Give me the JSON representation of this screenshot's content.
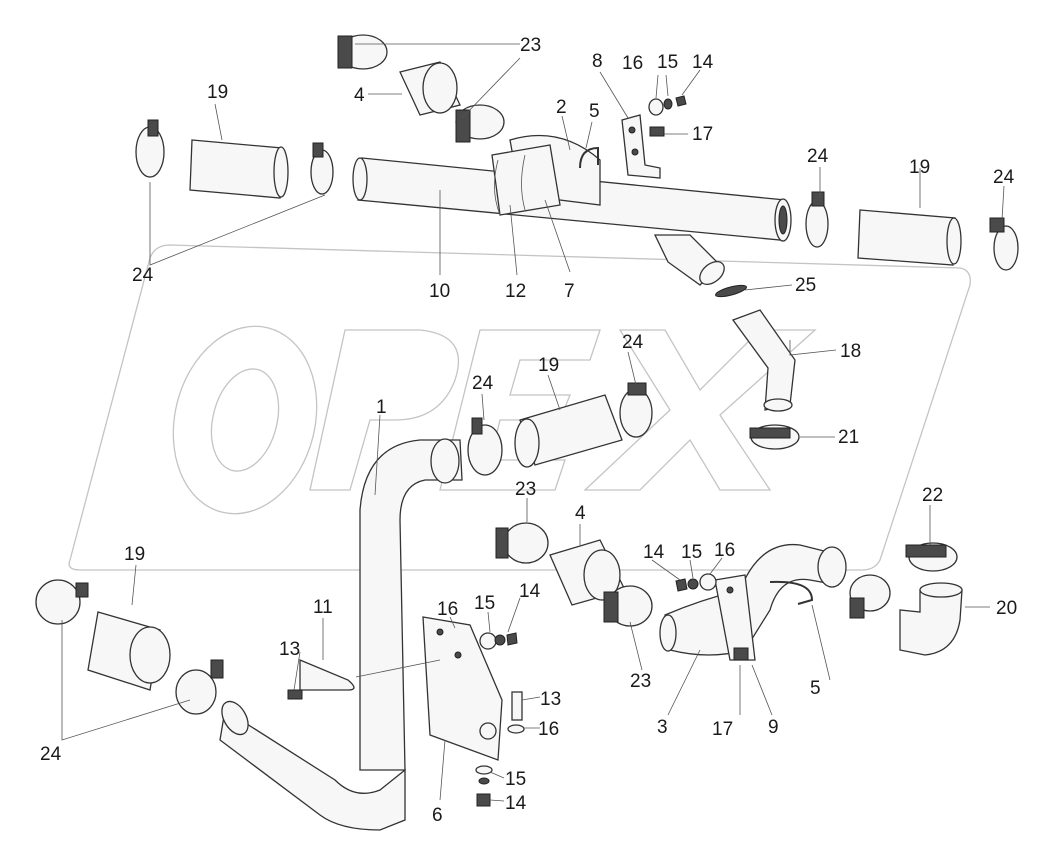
{
  "diagram": {
    "watermark": "OPEX",
    "callouts": {
      "c23a": "23",
      "c4a": "4",
      "c19a": "19",
      "c24a": "24",
      "c8": "8",
      "c16a": "16",
      "c15a": "15",
      "c14a": "14",
      "c2": "2",
      "c5a": "5",
      "c17a": "17",
      "c24b": "24",
      "c19b": "19",
      "c24c": "24",
      "c10": "10",
      "c12": "12",
      "c7": "7",
      "c25": "25",
      "c18": "18",
      "c24d": "24",
      "c19c": "19",
      "c24e": "24",
      "c1": "1",
      "c21": "21",
      "c23b": "23",
      "c4b": "4",
      "c14b": "14",
      "c15b": "15",
      "c16b": "16",
      "c22": "22",
      "c19d": "19",
      "c11": "11",
      "c16c": "16",
      "c15c": "15",
      "c14c": "14",
      "c20": "20",
      "c13a": "13",
      "c23c": "23",
      "c5b": "5",
      "c13b": "13",
      "c16d": "16",
      "c3": "3",
      "c17b": "17",
      "c9": "9",
      "c24f": "24",
      "c15d": "15",
      "c14d": "14",
      "c6": "6"
    }
  }
}
